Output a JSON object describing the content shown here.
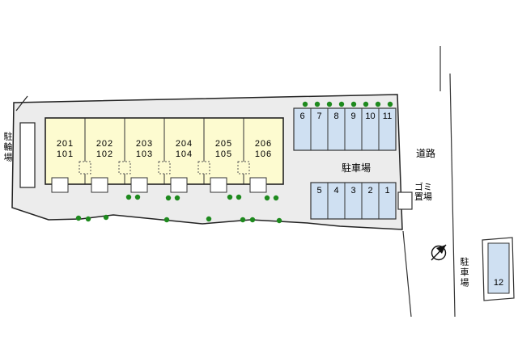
{
  "plan": {
    "building_units": [
      {
        "upper": "201",
        "lower": "101"
      },
      {
        "upper": "202",
        "lower": "102"
      },
      {
        "upper": "203",
        "lower": "103"
      },
      {
        "upper": "204",
        "lower": "104"
      },
      {
        "upper": "205",
        "lower": "105"
      },
      {
        "upper": "206",
        "lower": "106"
      }
    ],
    "north_stalls": [
      "6",
      "7",
      "8",
      "9",
      "10",
      "11"
    ],
    "south_stalls": [
      "5",
      "4",
      "3",
      "2",
      "1"
    ],
    "remote_stall": "12",
    "labels": {
      "bike_parking": "駐輪場",
      "main_parking": "駐車場",
      "road": "道路",
      "garbage_l1": "ゴミ",
      "garbage_l2": "置場",
      "remote_parking": "駐車場"
    },
    "colors": {
      "plot_fill": "#ececec",
      "unit_fill": "#fdfbd0",
      "stall_fill": "#cfe0f2",
      "shrub": "#1e8a1e"
    }
  }
}
